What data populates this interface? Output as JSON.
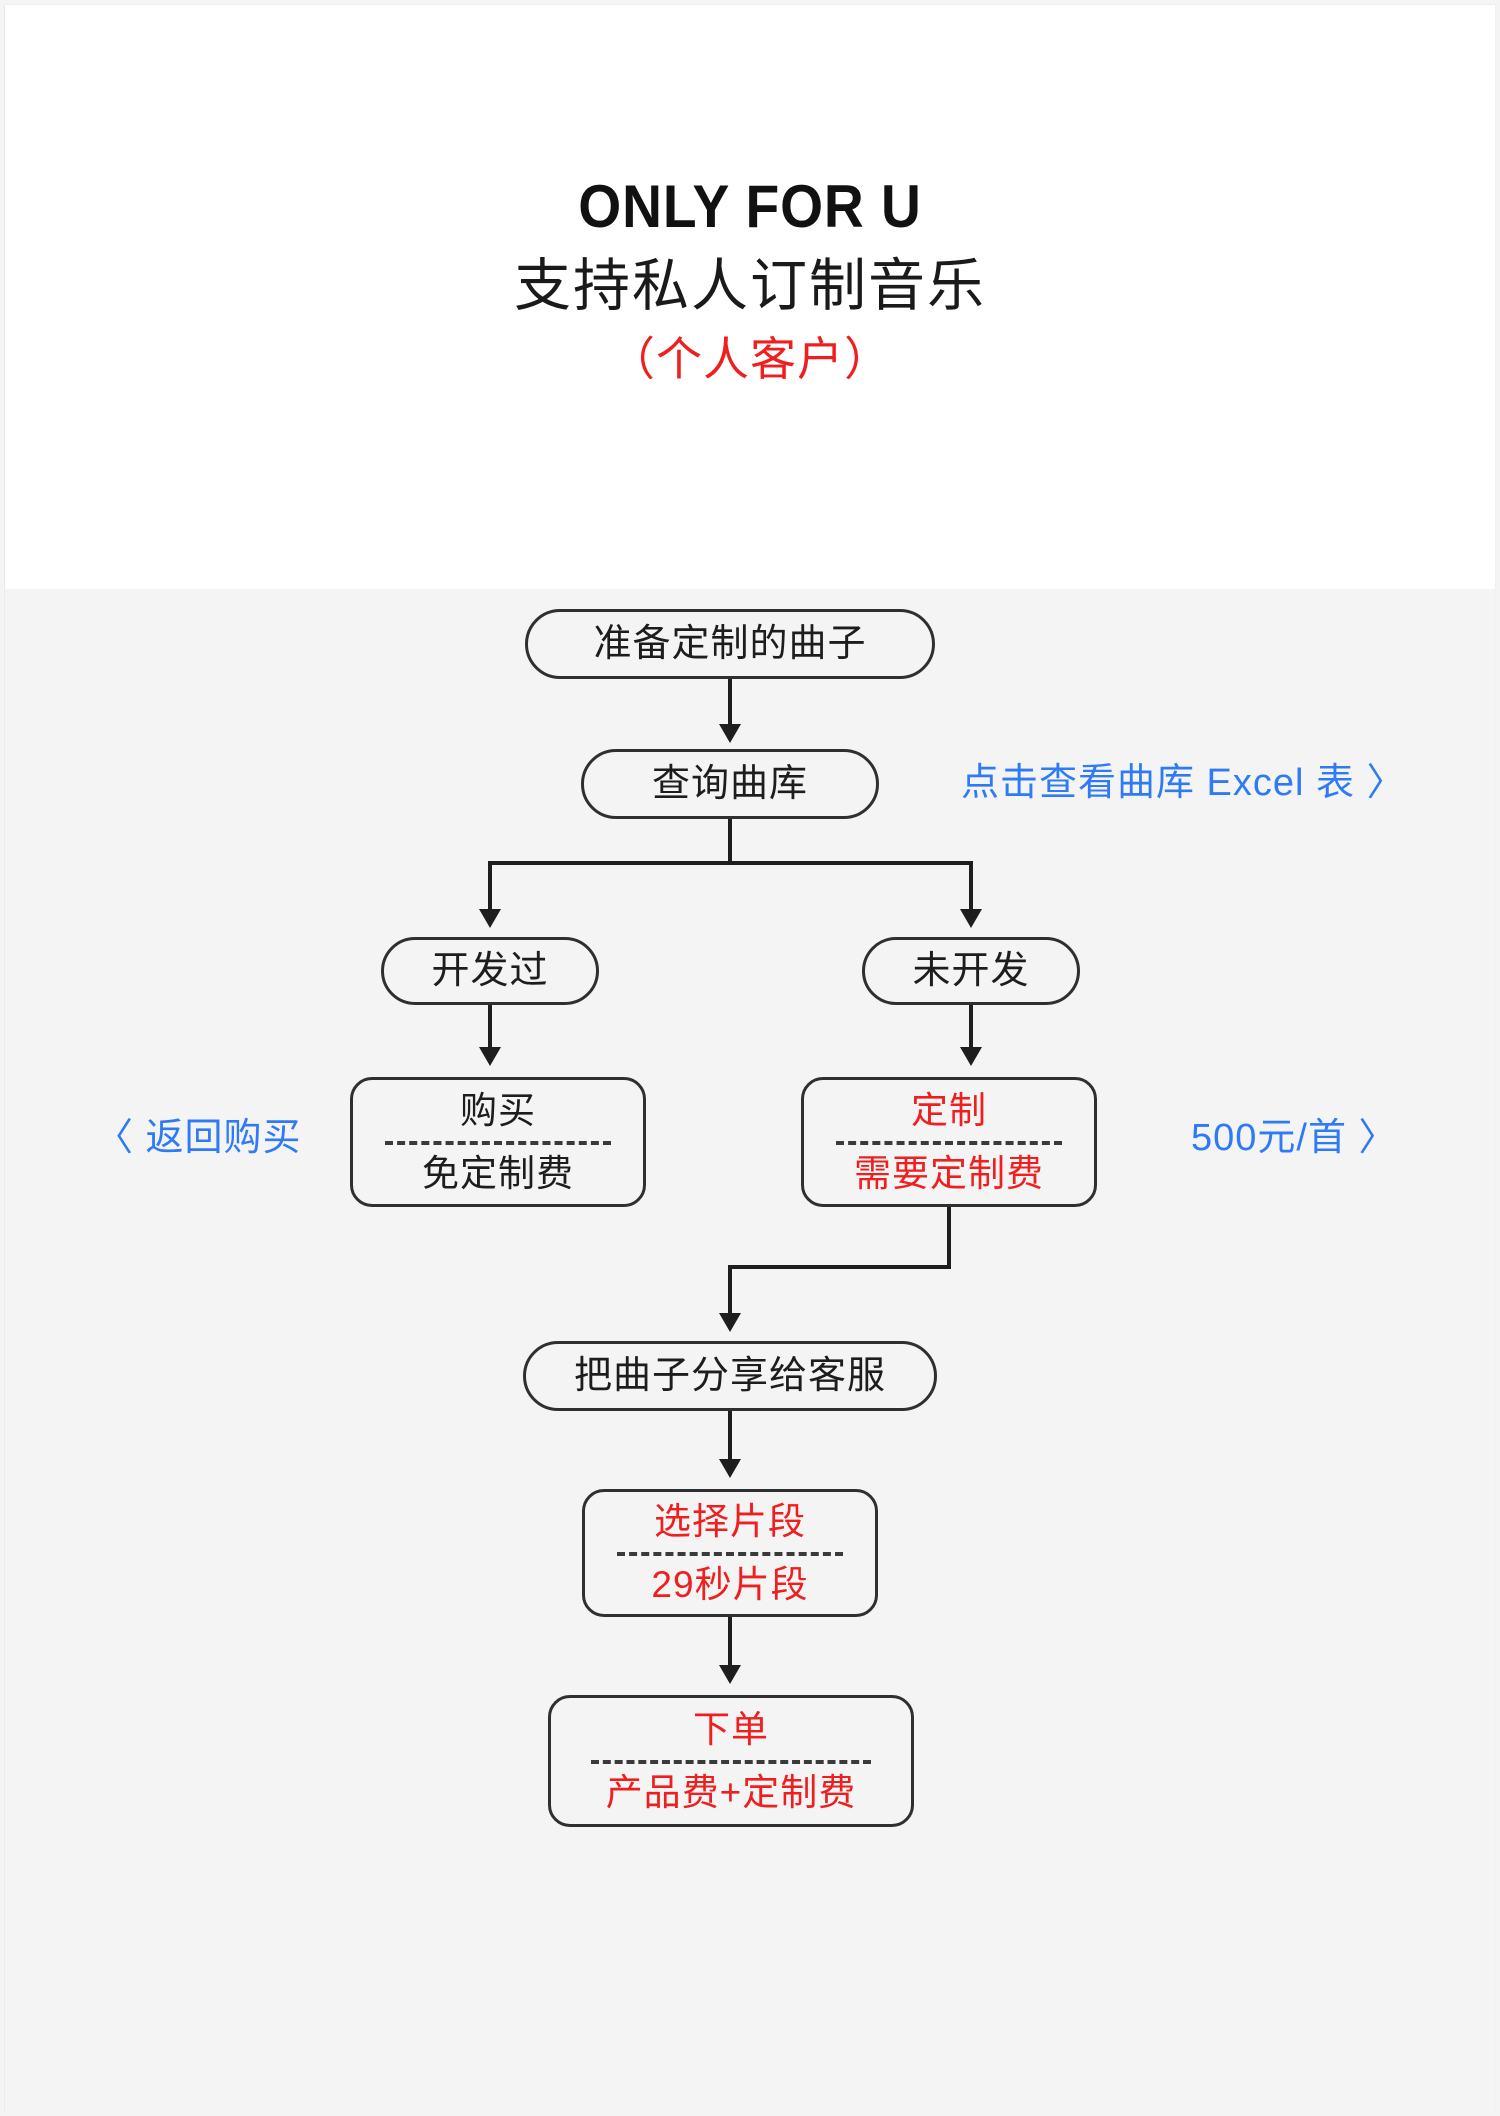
{
  "header": {
    "title_en": "ONLY FOR U",
    "title_cn": "支持私人订制音乐",
    "title_sub": "（个人客户）"
  },
  "colors": {
    "background": "#f4f4f4",
    "header_background": "#ffffff",
    "node_border": "#2f2f2f",
    "accent_red": "#ef1f1f",
    "accent_blue": "#2f7bf6",
    "text": "#1d1d1d"
  },
  "flow": {
    "nodes": [
      {
        "id": "prepare",
        "shape": "pill",
        "line1": "准备定制的曲子",
        "line2": "",
        "color1": "black",
        "color2": "black"
      },
      {
        "id": "query",
        "shape": "pill",
        "line1": "查询曲库",
        "line2": "",
        "color1": "black",
        "color2": "black"
      },
      {
        "id": "developed",
        "shape": "pill",
        "line1": "开发过",
        "line2": "",
        "color1": "black",
        "color2": "black"
      },
      {
        "id": "undeveloped",
        "shape": "pill",
        "line1": "未开发",
        "line2": "",
        "color1": "black",
        "color2": "black"
      },
      {
        "id": "buy",
        "shape": "rounded",
        "line1": "购买",
        "line2": "免定制费",
        "color1": "black",
        "color2": "black"
      },
      {
        "id": "custom",
        "shape": "rounded",
        "line1": "定制",
        "line2": "需要定制费",
        "color1": "red",
        "color2": "red"
      },
      {
        "id": "share",
        "shape": "pill",
        "line1": "把曲子分享给客服",
        "line2": "",
        "color1": "black",
        "color2": "black"
      },
      {
        "id": "segment",
        "shape": "rounded",
        "line1": "选择片段",
        "line2": "29秒片段",
        "color1": "red",
        "color2": "red"
      },
      {
        "id": "order",
        "shape": "rounded",
        "line1": "下单",
        "line2": "产品费+定制费",
        "color1": "red",
        "color2": "red"
      }
    ],
    "links": [
      {
        "id": "excel-link",
        "label": "点击查看曲库 Excel 表 〉"
      },
      {
        "id": "return-buy",
        "label": "〈 返回购买"
      },
      {
        "id": "price-link",
        "label": "500元/首 〉"
      }
    ]
  }
}
